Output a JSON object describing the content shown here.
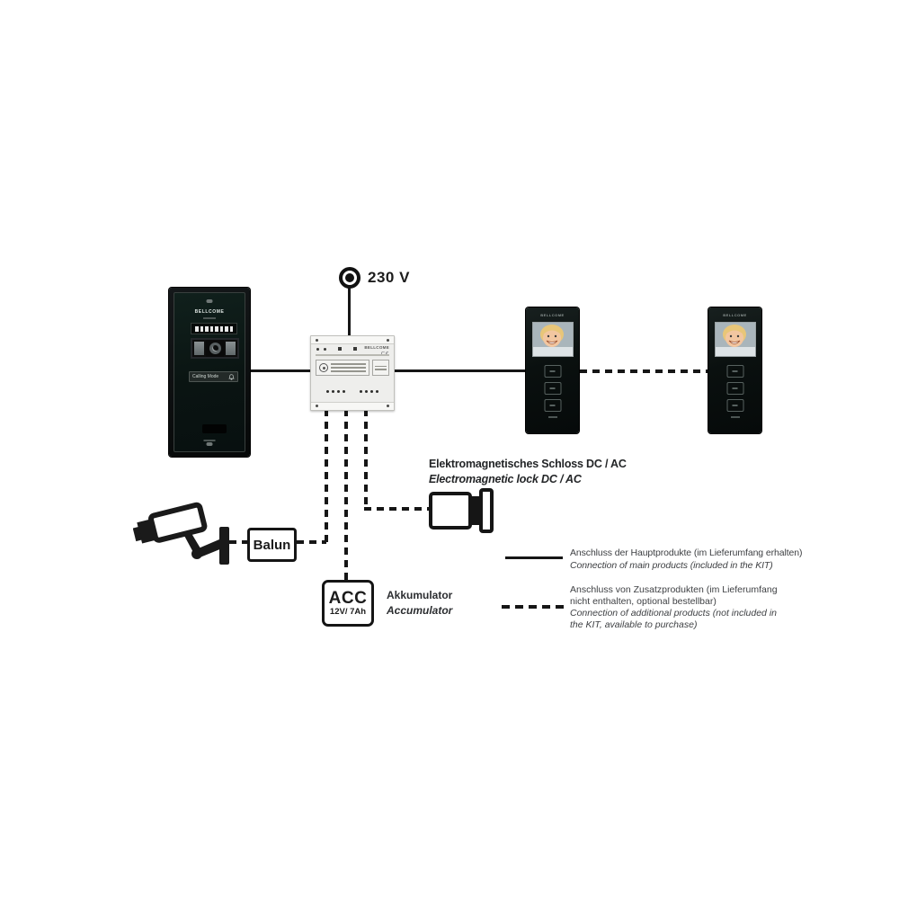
{
  "power": {
    "label": "230 V"
  },
  "door": {
    "brand": "BELLCOME",
    "call_label": "Calling Mode"
  },
  "psu": {
    "brand": "BELLCOME",
    "ce": "C€"
  },
  "monitor": {
    "brand": "BELLCOME"
  },
  "balun": {
    "label": "Balun"
  },
  "battery": {
    "abbr": "ACC",
    "spec": "12V/ 7Ah",
    "label_de": "Akkumulator",
    "label_en": "Accumulator"
  },
  "lock": {
    "label_de": "Elektromagnetisches Schloss DC / AC",
    "label_en": "Electromagnetic lock DC / AC"
  },
  "legend": {
    "main": {
      "de": "Anschluss der Hauptprodukte (im Lieferumfang erhalten)",
      "en": "Connection of main products (included in the KIT)"
    },
    "additional": {
      "de1": "Anschluss von Zusatzprodukten (im Lieferumfang",
      "de2": "nicht enthalten, optional bestellbar)",
      "en1": "Connection of additional products (not included in",
      "en2": "the KIT, available to purchase)"
    }
  },
  "colors": {
    "line": "#161616",
    "panel_black": "#0a100f",
    "module_gray": "#eeeeec",
    "text": "#3f4144"
  }
}
